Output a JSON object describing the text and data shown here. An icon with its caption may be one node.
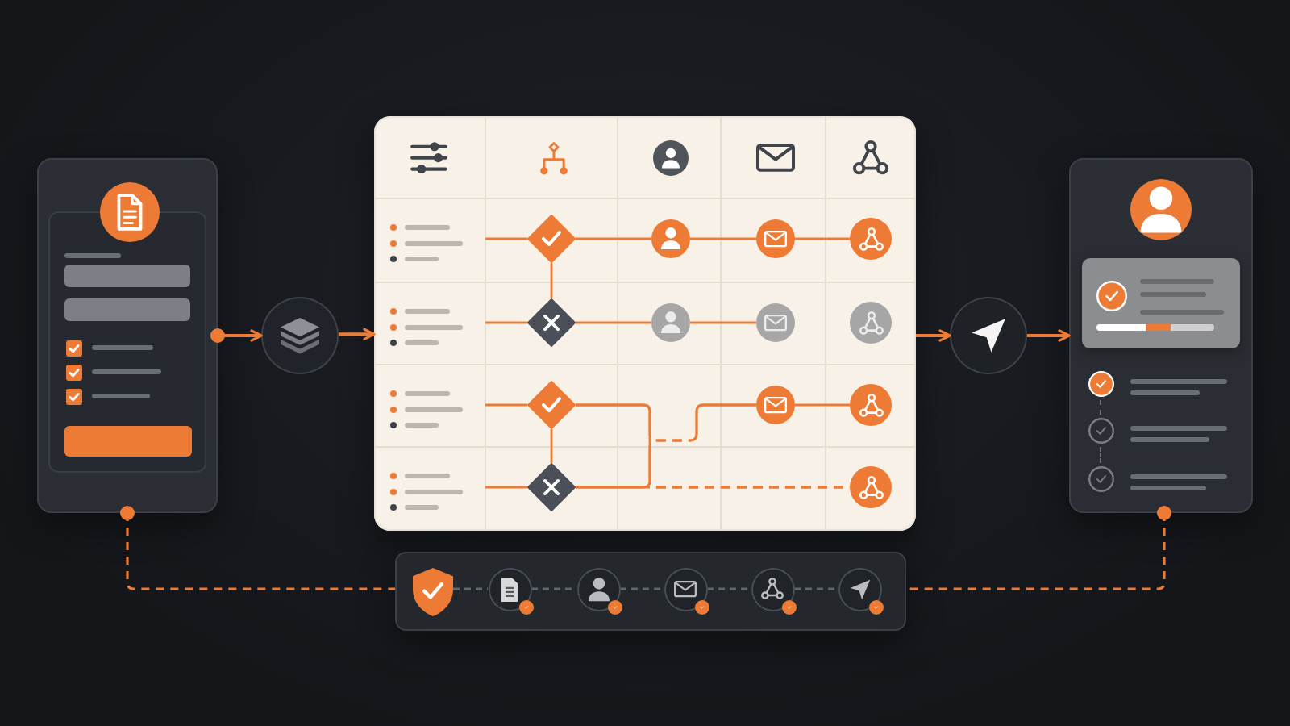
{
  "diagram": {
    "nodes": [
      {
        "text": [],
        "shape": "box"
      },
      {
        "text": [],
        "shape": "circle"
      },
      {
        "text": [],
        "shape": "box"
      },
      {
        "text": [],
        "shape": "diamond",
        "in": 2
      },
      {
        "text": [],
        "shape": "circle",
        "in": 2
      },
      {
        "text": [],
        "shape": "circle",
        "in": 2
      },
      {
        "text": [],
        "shape": "circle",
        "in": 2
      },
      {
        "text": [],
        "shape": "diamond",
        "in": 2
      },
      {
        "text": [],
        "shape": "circle",
        "in": 2
      },
      {
        "text": [],
        "shape": "circle",
        "in": 2
      },
      {
        "text": [],
        "shape": "circle",
        "in": 2
      },
      {
        "text": [],
        "shape": "diamond",
        "in": 2
      },
      {
        "text": [],
        "shape": "circle",
        "in": 2
      },
      {
        "text": [],
        "shape": "circle",
        "in": 2
      },
      {
        "text": [],
        "shape": "diamond",
        "in": 2
      },
      {
        "text": [],
        "shape": "circle",
        "in": 2
      },
      {
        "text": [],
        "shape": "circle"
      },
      {
        "text": [],
        "shape": "box"
      },
      {
        "text": [],
        "shape": "box"
      },
      {
        "text": [],
        "shape": "shield",
        "in": 18
      },
      {
        "text": [],
        "shape": "circle",
        "in": 18
      },
      {
        "text": [],
        "shape": "circle",
        "in": 18
      },
      {
        "text": [],
        "shape": "circle",
        "in": 18
      },
      {
        "text": [],
        "shape": "circle",
        "in": 18
      },
      {
        "text": [],
        "shape": "circle",
        "in": 18
      }
    ],
    "edges": [
      {
        "from": 0,
        "to": 1,
        "arrow": "to"
      },
      {
        "from": 1,
        "to": 2,
        "arrow": "to"
      },
      {
        "from": 2,
        "to": 16,
        "arrow": "to"
      },
      {
        "from": 16,
        "to": 17,
        "arrow": "to"
      },
      {
        "from": null,
        "to": 3,
        "arrow": "none"
      },
      {
        "from": 3,
        "to": 4,
        "arrow": "none"
      },
      {
        "from": 4,
        "to": 5,
        "arrow": "none"
      },
      {
        "from": 5,
        "to": 6,
        "arrow": "none"
      },
      {
        "from": 3,
        "to": 7,
        "arrow": "none"
      },
      {
        "from": null,
        "to": 7,
        "arrow": "none"
      },
      {
        "from": 7,
        "to": 8,
        "arrow": "none"
      },
      {
        "from": 8,
        "to": 9,
        "arrow": "none"
      },
      {
        "from": null,
        "to": 11,
        "arrow": "none"
      },
      {
        "from": 11,
        "to": 14,
        "arrow": "none"
      },
      {
        "from": null,
        "to": 14,
        "arrow": "none"
      },
      {
        "from": 11,
        "to": 12,
        "arrow": "none",
        "style": "dashed"
      },
      {
        "from": 11,
        "to": 15,
        "arrow": "none",
        "style": "dashed"
      },
      {
        "from": 14,
        "to": 12,
        "arrow": "none",
        "style": "dashed"
      },
      {
        "from": 14,
        "to": 15,
        "arrow": "none",
        "style": "dashed"
      },
      {
        "from": 12,
        "to": 13,
        "arrow": "none"
      },
      {
        "from": 0,
        "to": 18,
        "arrow": "other",
        "style": "dashed"
      },
      {
        "from": 17,
        "to": 18,
        "arrow": "other",
        "style": "dashed"
      },
      {
        "from": 19,
        "to": 20,
        "arrow": "none",
        "style": "dashed",
        "color": "#62666e"
      },
      {
        "from": 20,
        "to": 21,
        "arrow": "none",
        "style": "dashed",
        "color": "#62666e"
      },
      {
        "from": 21,
        "to": 22,
        "arrow": "none",
        "style": "dashed",
        "color": "#62666e"
      },
      {
        "from": 22,
        "to": 23,
        "arrow": "none",
        "style": "dashed",
        "color": "#62666e"
      },
      {
        "from": 23,
        "to": 24,
        "arrow": "none",
        "style": "dashed",
        "color": "#62666e"
      }
    ]
  }
}
